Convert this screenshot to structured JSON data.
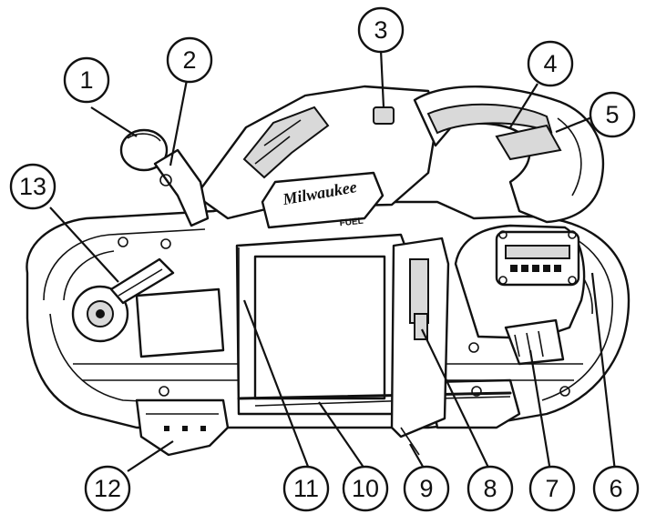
{
  "diagram": {
    "brand_logo_text": "Milwaukee",
    "fuel_badge_text": "FUEL",
    "callouts": [
      {
        "id": "1",
        "label": "1"
      },
      {
        "id": "2",
        "label": "2"
      },
      {
        "id": "3",
        "label": "3"
      },
      {
        "id": "4",
        "label": "4"
      },
      {
        "id": "5",
        "label": "5"
      },
      {
        "id": "6",
        "label": "6"
      },
      {
        "id": "7",
        "label": "7"
      },
      {
        "id": "8",
        "label": "8"
      },
      {
        "id": "9",
        "label": "9"
      },
      {
        "id": "10",
        "label": "10"
      },
      {
        "id": "11",
        "label": "11"
      },
      {
        "id": "12",
        "label": "12"
      },
      {
        "id": "13",
        "label": "13"
      }
    ]
  }
}
